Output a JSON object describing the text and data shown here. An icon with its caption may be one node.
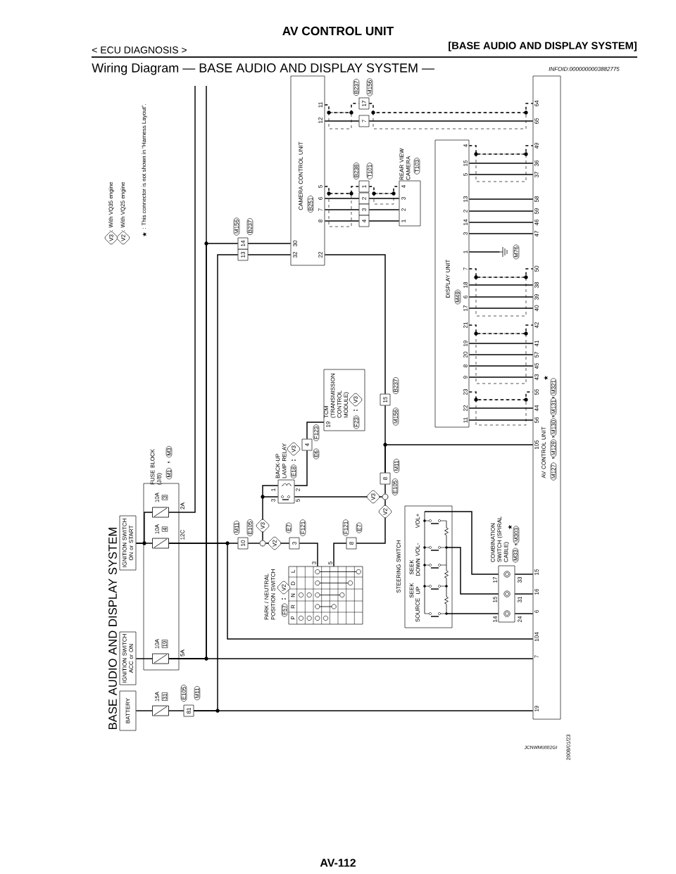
{
  "diagram": {
    "title": "BASE AUDIO AND DISPLAY SYSTEM",
    "nodes": [
      {
        "text": [
          "BATTERY"
        ]
      },
      {
        "text": [
          "IGNITION SWITCH ACC or ON"
        ]
      },
      {
        "text": [
          "IGNITION SWITCH ON or START"
        ]
      },
      {
        "text": [
          "FUSE BLOCK (J/B)"
        ],
        "beside": [
          "M1",
          "M3"
        ]
      },
      {
        "text": [],
        "shape": "fuse",
        "beside": [
          "15A",
          "31"
        ]
      },
      {
        "text": [],
        "shape": "fuse",
        "beside": [
          "10A",
          "19"
        ],
        "in": 3
      },
      {
        "text": [],
        "shape": "fuse",
        "beside": [
          "10A",
          "4"
        ],
        "in": 3
      },
      {
        "text": [],
        "shape": "fuse",
        "beside": [
          "10A",
          "3"
        ],
        "in": 3
      },
      {
        "text": [
          "81"
        ],
        "beside": [
          "E105",
          "M11"
        ]
      },
      {
        "text": [
          "10"
        ],
        "beside": [
          "M11",
          "E105"
        ]
      },
      {
        "text": [],
        "shape": "circle"
      },
      {
        "text": [
          "3"
        ],
        "beside": [
          "E7",
          "F121"
        ]
      },
      {
        "text": [
          "PARK / NEUTRAL POSITION SWITCH"
        ],
        "beside": [
          "F57"
        ]
      },
      {
        "text": [
          "BACK-UP LAMP RELAY"
        ],
        "beside": [
          "E18"
        ]
      },
      {
        "text": [
          "4"
        ],
        "beside": [
          "E6",
          "F123"
        ]
      },
      {
        "text": [
          "TCM (TRANSMISSION CONTROL MODULE)",
          "F23"
        ]
      },
      {
        "text": [
          "8"
        ],
        "beside": [
          "F121",
          "E7"
        ]
      },
      {
        "text": [],
        "shape": "circle"
      },
      {
        "text": [
          "8"
        ],
        "beside": [
          "E105",
          "M11"
        ]
      },
      {
        "text": [
          "15"
        ],
        "beside": [
          "M156",
          "B237"
        ]
      },
      {
        "text": [
          "13",
          "14"
        ],
        "beside": [
          "M156",
          "B237"
        ]
      },
      {
        "text": [
          "CAMERA CONTROL UNIT",
          "B251"
        ]
      },
      {
        "text": [
          "7",
          "17"
        ],
        "beside": [
          "B237",
          "M156"
        ]
      },
      {
        "text": [
          "1",
          "2",
          "3",
          "4"
        ],
        "beside": [
          "B238",
          "T101"
        ]
      },
      {
        "text": [
          "REAR VIEW CAMERA"
        ],
        "beside": [
          "T103"
        ]
      },
      {
        "text": [
          "DISPLAY UNIT",
          "M49"
        ]
      },
      {
        "text": [],
        "shape": "ground",
        "beside": [
          "M76"
        ]
      },
      {
        "text": [
          "STEERING SWITCH"
        ]
      },
      {
        "text": [
          "COMBINATION SWITCH (SPIRAL CABLE)"
        ],
        "beside": [
          "M33",
          "M303"
        ]
      },
      {
        "text": [
          "AV CONTROL UNIT",
          "M127",
          "M129",
          "M130",
          "M131",
          "M321"
        ]
      }
    ],
    "edges": [
      {
        "from": 0,
        "to": 4,
        "arrow": "none"
      },
      {
        "from": 4,
        "to": 8,
        "arrow": "none"
      },
      {
        "from": 8,
        "to": 29,
        "arrow": "none"
      },
      {
        "from": 8,
        "to": 20,
        "arrow": "none"
      },
      {
        "from": 20,
        "to": 21,
        "arrow": "none"
      },
      {
        "from": 20,
        "to": 21,
        "arrow": "none"
      },
      {
        "from": 1,
        "to": 5,
        "arrow": "none"
      },
      {
        "from": 5,
        "to": 29,
        "arrow": "none"
      },
      {
        "from": 5,
        "to": 20,
        "arrow": "none"
      },
      {
        "from": 5,
        "to": null,
        "arrow": "none"
      },
      {
        "from": 2,
        "to": 6,
        "arrow": "none"
      },
      {
        "from": 2,
        "to": 7,
        "arrow": "none"
      },
      {
        "from": 6,
        "to": 29,
        "arrow": "none"
      },
      {
        "from": 6,
        "to": 9,
        "arrow": "none"
      },
      {
        "from": 7,
        "to": null,
        "arrow": "none"
      },
      {
        "from": 9,
        "to": 10,
        "arrow": "none"
      },
      {
        "from": 10,
        "to": 13,
        "arrow": "none"
      },
      {
        "from": 10,
        "to": 11,
        "arrow": "none"
      },
      {
        "from": 11,
        "to": 12,
        "arrow": "none"
      },
      {
        "from": 13,
        "to": 14,
        "arrow": "none"
      },
      {
        "from": 14,
        "to": 15,
        "arrow": "none"
      },
      {
        "from": 13,
        "to": 17,
        "arrow": "none"
      },
      {
        "from": 12,
        "to": 16,
        "arrow": "none"
      },
      {
        "from": 16,
        "to": 17,
        "arrow": "none"
      },
      {
        "from": 17,
        "to": 18,
        "arrow": "none"
      },
      {
        "from": 18,
        "to": 29,
        "arrow": "none"
      },
      {
        "from": 18,
        "to": 19,
        "arrow": "none"
      },
      {
        "from": 19,
        "to": 21,
        "arrow": "none"
      },
      {
        "from": 21,
        "to": 22,
        "arrow": "none"
      },
      {
        "from": 22,
        "to": 29,
        "arrow": "none"
      },
      {
        "from": 21,
        "to": 22,
        "arrow": "none",
        "style": "dashed"
      },
      {
        "from": 22,
        "to": 29,
        "arrow": "none",
        "style": "dashed"
      },
      {
        "from": 21,
        "to": 23,
        "arrow": "none",
        "style": "dashed"
      },
      {
        "from": 23,
        "to": 24,
        "arrow": "none",
        "style": "dashed"
      },
      {
        "from": 21,
        "to": 23,
        "arrow": "none"
      },
      {
        "from": 21,
        "to": 23,
        "arrow": "none"
      },
      {
        "from": 21,
        "to": 23,
        "arrow": "none"
      },
      {
        "from": 23,
        "to": 24,
        "arrow": "none"
      },
      {
        "from": 23,
        "to": 24,
        "arrow": "none"
      },
      {
        "from": 23,
        "to": 24,
        "arrow": "none"
      },
      {
        "from": 25,
        "to": 29,
        "arrow": "none",
        "style": "dashed"
      },
      {
        "from": 25,
        "to": 29,
        "arrow": "none"
      },
      {
        "from": 25,
        "to": 29,
        "arrow": "none"
      },
      {
        "from": 25,
        "to": 29,
        "arrow": "none"
      },
      {
        "from": 25,
        "to": 29,
        "arrow": "none"
      },
      {
        "from": 25,
        "to": 29,
        "arrow": "none"
      },
      {
        "from": 25,
        "to": 29,
        "arrow": "none"
      },
      {
        "from": 25,
        "to": 29,
        "arrow": "none",
        "style": "dashed"
      },
      {
        "from": 25,
        "to": 29,
        "arrow": "none"
      },
      {
        "from": 25,
        "to": 29,
        "arrow": "none"
      },
      {
        "from": 25,
        "to": 29,
        "arrow": "none"
      },
      {
        "from": 25,
        "to": 29,
        "arrow": "none",
        "style": "dashed"
      },
      {
        "from": 25,
        "to": 29,
        "arrow": "none"
      },
      {
        "from": 25,
        "to": 29,
        "arrow": "none"
      },
      {
        "from": 25,
        "to": 29,
        "arrow": "none"
      },
      {
        "from": 25,
        "to": 29,
        "arrow": "none"
      },
      {
        "from": 25,
        "to": 29,
        "arrow": "none",
        "style": "dashed"
      },
      {
        "from": 25,
        "to": 29,
        "arrow": "none"
      },
      {
        "from": 25,
        "to": 29,
        "arrow": "none"
      },
      {
        "from": 25,
        "to": 26,
        "arrow": "none"
      },
      {
        "from": 27,
        "to": 28,
        "arrow": "none"
      },
      {
        "from": 27,
        "to": 28,
        "arrow": "none"
      },
      {
        "from": 27,
        "to": 28,
        "arrow": "none"
      },
      {
        "from": 28,
        "to": 29,
        "arrow": "none"
      },
      {
        "from": 28,
        "to": 29,
        "arrow": "none"
      },
      {
        "from": 28,
        "to": 29,
        "arrow": "none"
      }
    ],
    "labels": [
      "AV CONTROL UNIT",
      "< ECU DIAGNOSIS >",
      "[BASE AUDIO AND DISPLAY SYSTEM]",
      "Wiring Diagram — BASE AUDIO AND DISPLAY SYSTEM —",
      "INFOID:0000000003882775",
      "V3",
      "V2",
      "★",
      ",",
      "5A",
      "12C",
      "2A",
      "30",
      "32",
      "11",
      "12",
      "5",
      "6",
      "7",
      "8",
      "22",
      "4",
      "3",
      "2",
      "1",
      "4",
      "15",
      "5",
      "13",
      "2",
      "14",
      "3",
      "1",
      "7",
      "18",
      "6",
      "17",
      "21",
      "19",
      "20",
      "8",
      "9",
      "23",
      "22",
      "11",
      "64",
      "65",
      "49",
      "36",
      "37",
      "58",
      "59",
      "46",
      "47",
      "50",
      "38",
      "39",
      "40",
      "42",
      "41",
      "57",
      "45",
      "43",
      "55",
      "44",
      "56",
      "105",
      "15",
      "16",
      "6",
      "104",
      "7",
      "19",
      "★",
      ",",
      ",",
      ",",
      ",",
      "19",
      ":",
      "V3",
      "1",
      "3",
      "2",
      "5",
      ":",
      "V3",
      "V3",
      "V2",
      "V3",
      "V2",
      ":",
      "V2",
      "L",
      "D",
      "N",
      "R",
      "P",
      "3",
      "5",
      "VOL+",
      "VOL-",
      "SEEK DOWN",
      "SEEK UP",
      "SOURCE",
      "★",
      ",",
      "17",
      "15",
      "14",
      "33",
      "31",
      "24",
      "JCNWM0882GI",
      "2008/01/23",
      "AV-112"
    ],
    "legend": [
      {
        "text": ": With VQ35 engine"
      },
      {
        "text": ": With VQ25 engine"
      },
      {
        "text": ": This connector is not shown in “Harness Layout”."
      }
    ]
  }
}
